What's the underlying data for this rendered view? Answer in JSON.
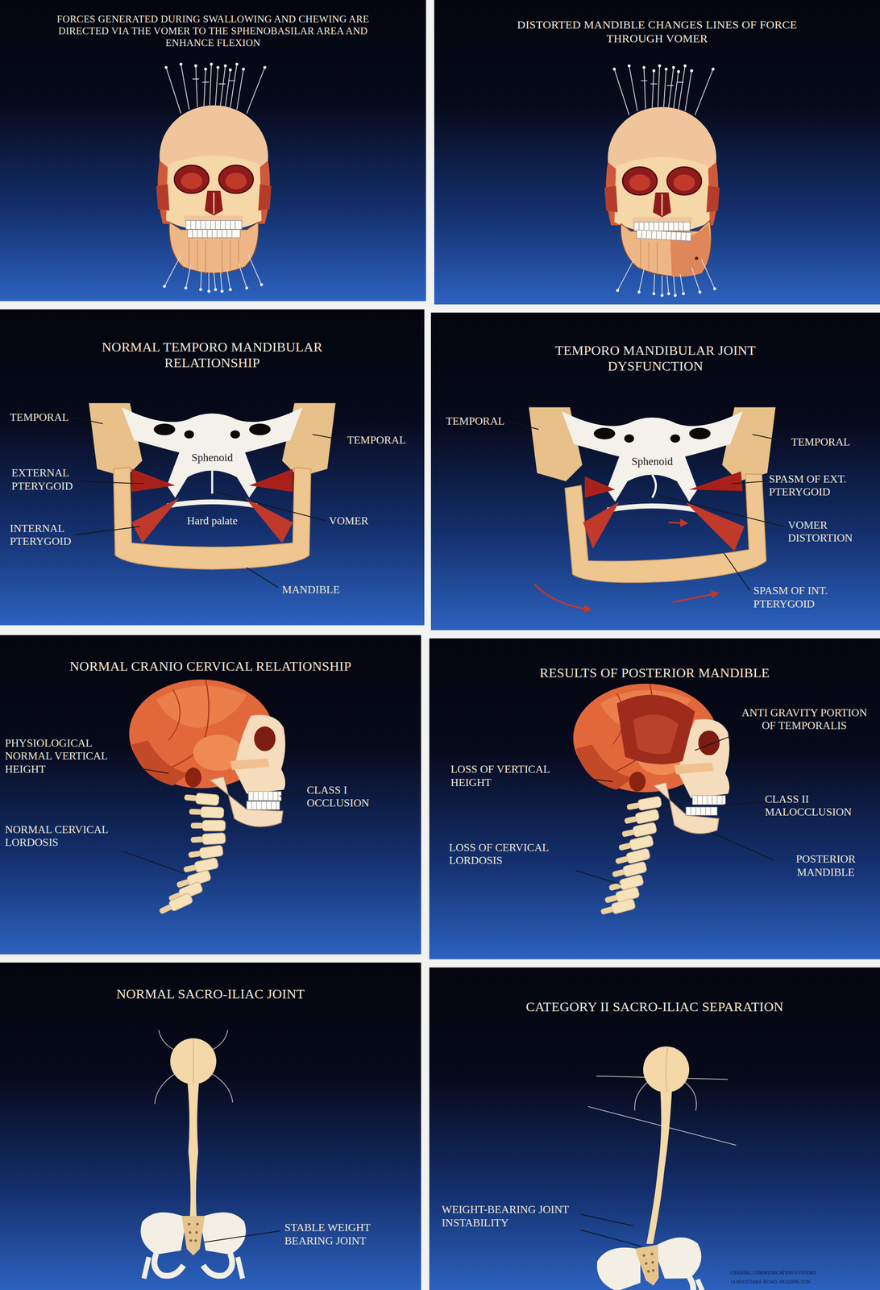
{
  "diagram": {
    "nodes": [
      {
        "text": [
          "FORCES GENERATED DURING SWALLOWING AND CHEWING ARE DIRECTED VIA THE VOMER TO THE SPHENOBASILAR AREA AND ENHANCE FLEXION"
        ]
      },
      {
        "text": [
          "DISTORTED MANDIBLE CHANGES LINES OF FORCE THROUGH VOMER"
        ]
      },
      {
        "text": [
          "NORMAL TEMPORO MANDIBULAR RELATIONSHIP"
        ]
      },
      {
        "text": [
          "TEMPORO MANDIBULAR JOINT DYSFUNCTION"
        ]
      },
      {
        "text": [
          "NORMAL CRANIO CERVICAL RELATIONSHIP"
        ]
      },
      {
        "text": [
          "RESULTS OF POSTERIOR MANDIBLE"
        ]
      },
      {
        "text": [
          "NORMAL SACRO-ILIAC JOINT"
        ]
      },
      {
        "text": [
          "CATEGORY II SACRO-ILIAC SEPARATION"
        ]
      }
    ],
    "labels": [
      "TEMPORAL",
      "TEMPORAL",
      "Sphenoid",
      "EXTERNAL PTERYGOID",
      "INTERNAL PTERYGOID",
      "Hard palate",
      "VOMER",
      "MANDIBLE",
      "TEMPORAL",
      "TEMPORAL",
      "Sphenoid",
      "SPASM OF EXT. PTERYGOID",
      "VOMER DISTORTION",
      "SPASM OF INT. PTERYGOID",
      "PHYSIOLOGICAL NORMAL VERTICAL HEIGHT",
      "CLASS I OCCLUSION",
      "NORMAL CERVICAL LORDOSIS",
      "ANTI GRAVITY PORTION OF TEMPORALIS",
      "LOSS OF VERTICAL HEIGHT",
      "CLASS II MALOCCLUSION",
      "LOSS OF CERVICAL LORDOSIS",
      "POSTERIOR MANDIBLE",
      "STABLE WEIGHT BEARING JOINT",
      "WEIGHT-BEARING JOINT INSTABILITY",
      "CRANIAL COMMUNICATION SYSTEMS",
      "14 HOLYOAKE ROAD, HEADINGTON"
    ]
  }
}
